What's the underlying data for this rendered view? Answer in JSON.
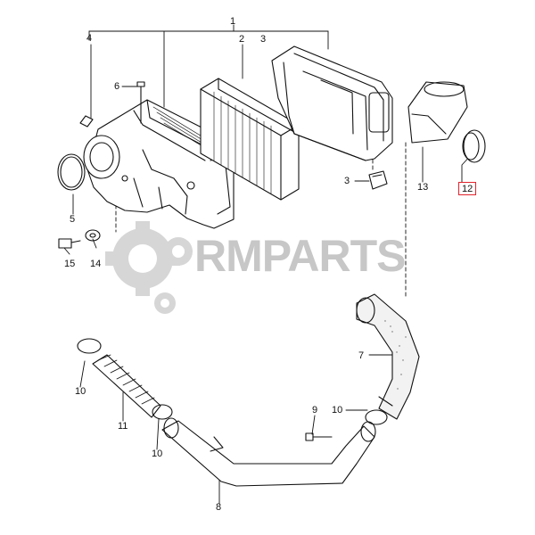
{
  "watermark": {
    "text": "RMPARTS",
    "color": "#9a9a9a"
  },
  "highlight_color": "#e0242c",
  "callouts": [
    {
      "id": "1",
      "text": "1"
    },
    {
      "id": "2",
      "text": "2"
    },
    {
      "id": "3a",
      "text": "3"
    },
    {
      "id": "3b",
      "text": "3"
    },
    {
      "id": "4",
      "text": "4"
    },
    {
      "id": "5",
      "text": "5"
    },
    {
      "id": "6",
      "text": "6"
    },
    {
      "id": "7",
      "text": "7"
    },
    {
      "id": "8",
      "text": "8"
    },
    {
      "id": "9",
      "text": "9"
    },
    {
      "id": "10a",
      "text": "10"
    },
    {
      "id": "10b",
      "text": "10"
    },
    {
      "id": "10c",
      "text": "10"
    },
    {
      "id": "11",
      "text": "11"
    },
    {
      "id": "12",
      "text": "12",
      "highlighted": true
    },
    {
      "id": "13",
      "text": "13"
    },
    {
      "id": "14",
      "text": "14"
    },
    {
      "id": "15",
      "text": "15"
    }
  ]
}
